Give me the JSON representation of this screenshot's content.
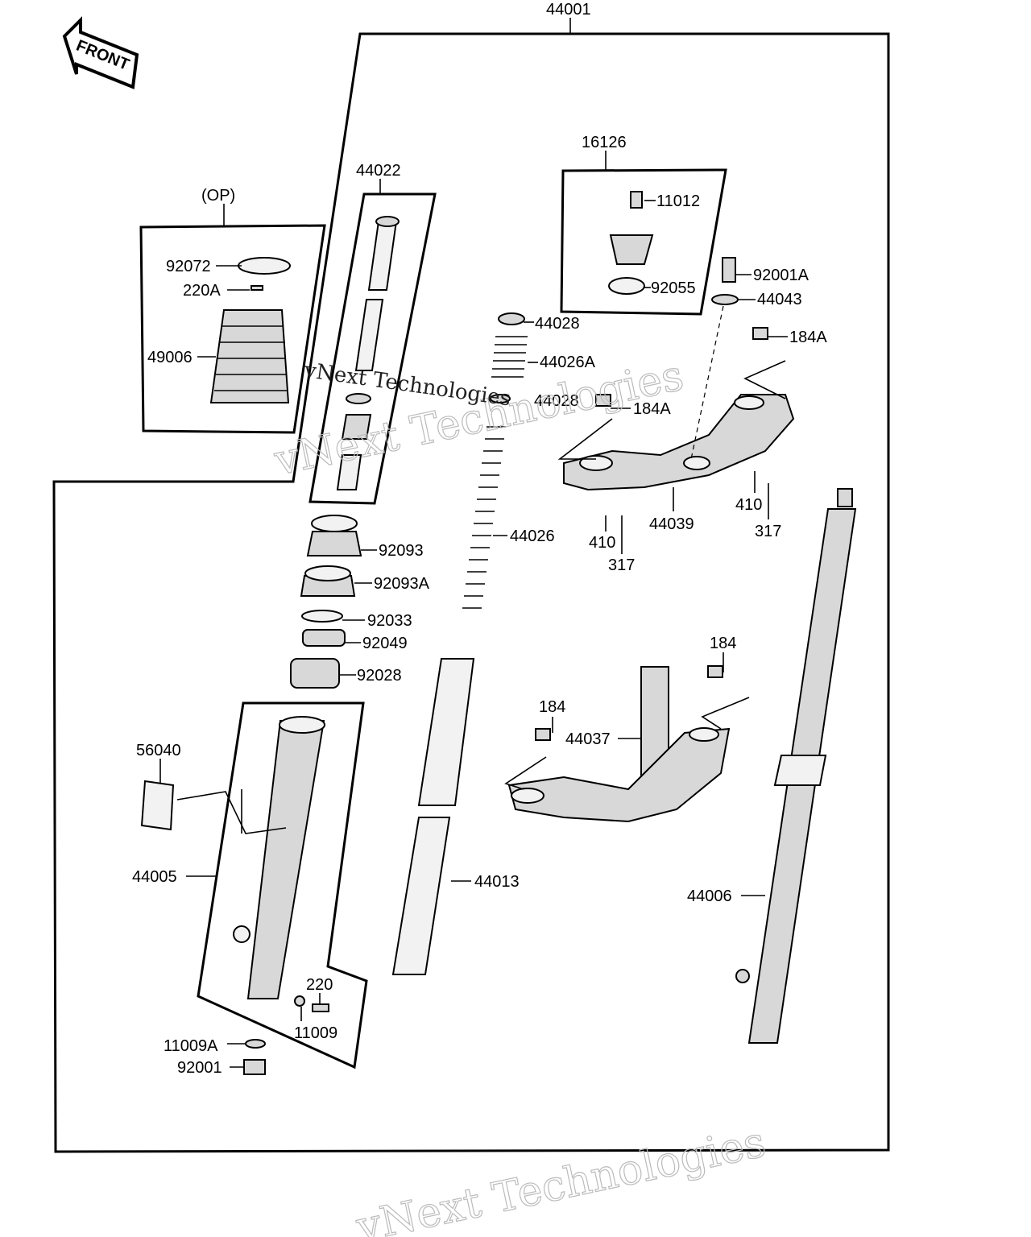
{
  "diagram": {
    "front_arrow": "FRONT",
    "watermark": "vNext Technologies",
    "labels": [
      "44001",
      "(OP)",
      "44022",
      "16126",
      "11012",
      "92072",
      "220A",
      "92001A",
      "92055",
      "44043",
      "44028",
      "184A",
      "49006",
      "44026A",
      "44028",
      "184A",
      "410",
      "44039",
      "317",
      "44026",
      "410",
      "92093",
      "317",
      "92093A",
      "92033",
      "92049",
      "184",
      "92028",
      "184",
      "44037",
      "56040",
      "44005",
      "44013",
      "44006",
      "220",
      "11009",
      "11009A",
      "92001"
    ]
  }
}
